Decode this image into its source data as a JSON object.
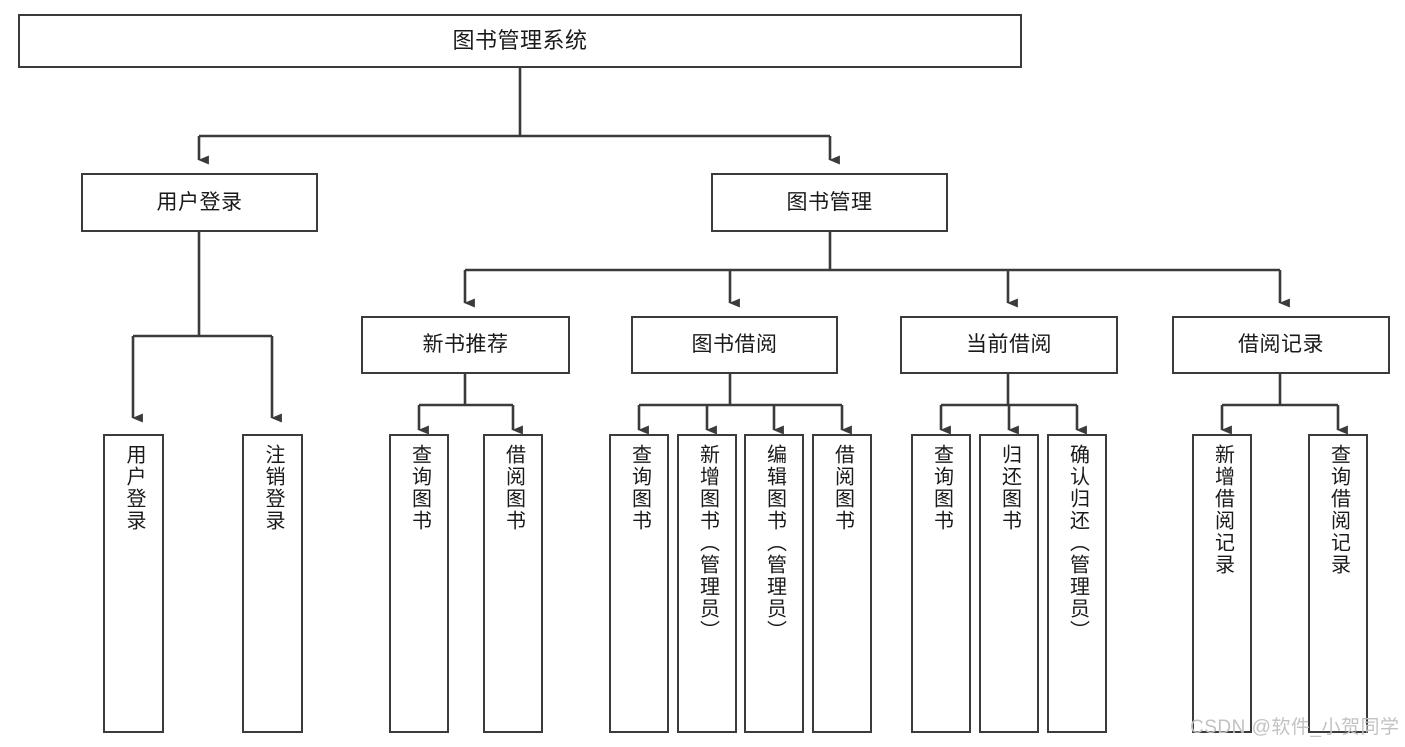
{
  "diagram": {
    "title": "图书管理系统",
    "type": "tree",
    "watermark": "CSDN @软件_小贺同学",
    "colors": {
      "node_border": "#3b3b3b",
      "node_fill": "#ffffff",
      "edge": "#3b3b3b",
      "text": "#1a1a1a",
      "watermark": "#c2c2c2",
      "background": "#ffffff"
    },
    "root": {
      "label": "图书管理系统"
    },
    "level2": [
      {
        "label": "用户登录"
      },
      {
        "label": "图书管理"
      }
    ],
    "level3": [
      {
        "label": "新书推荐"
      },
      {
        "label": "图书借阅"
      },
      {
        "label": "当前借阅"
      },
      {
        "label": "借阅记录"
      }
    ],
    "leaves": {
      "user_login": [
        {
          "label": "用户登录"
        },
        {
          "label": "注销登录"
        }
      ],
      "new_book_recommend": [
        {
          "label": "查询图书"
        },
        {
          "label": "借阅图书"
        }
      ],
      "book_borrow": [
        {
          "label": "查询图书"
        },
        {
          "label": "新增图书（管理员）"
        },
        {
          "label": "编辑图书（管理员）"
        },
        {
          "label": "借阅图书"
        }
      ],
      "current_borrow": [
        {
          "label": "查询图书"
        },
        {
          "label": "归还图书"
        },
        {
          "label": "确认归还（管理员）"
        }
      ],
      "borrow_record": [
        {
          "label": "新增借阅记录"
        },
        {
          "label": "查询借阅记录"
        }
      ]
    }
  }
}
